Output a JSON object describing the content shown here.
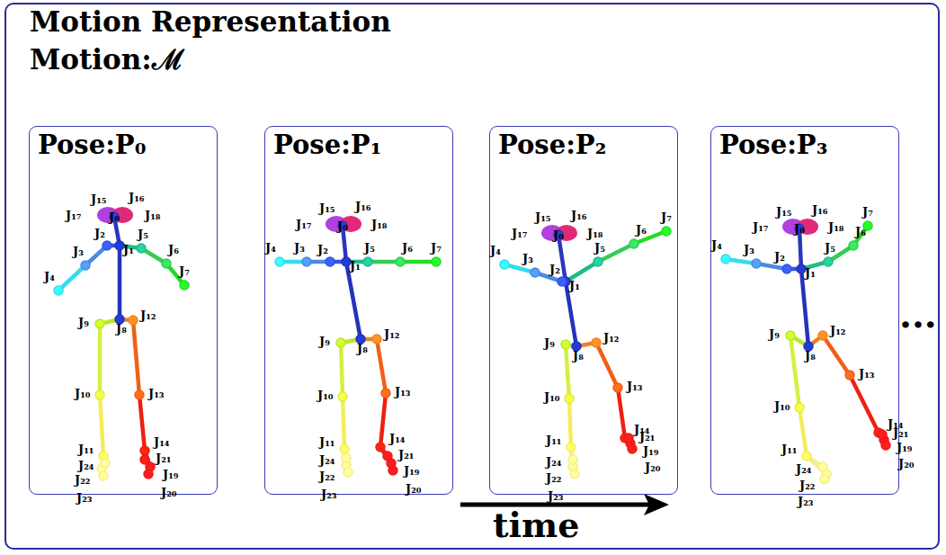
{
  "diagram": {
    "nodes": [
      {
        "text": [
          "Motion Representation",
          "Motion:ℳ"
        ]
      },
      {
        "text": [
          "Pose:P₀"
        ],
        "in": 0
      },
      {
        "text": [
          "Pose:P₁"
        ],
        "in": 0
      },
      {
        "text": [
          "Pose:P₂"
        ],
        "in": 0
      },
      {
        "text": [
          "Pose:P₃"
        ],
        "in": 0
      }
    ],
    "labels": [
      "J₀",
      "J₁",
      "J₂",
      "J₃",
      "J₄",
      "J₅",
      "J₆",
      "J₇",
      "J₈",
      "J₉",
      "J₁₀",
      "J₁₁",
      "J₁₂",
      "J₁₃",
      "J₁₄",
      "J₁₅",
      "J₁₆",
      "J₁₇",
      "J₁₈",
      "J₁₉",
      "J₂₀",
      "J₂₁",
      "J₂₂",
      "J₂₃",
      "J₂₄",
      "J₀",
      "J₁",
      "J₂",
      "J₃",
      "J₄",
      "J₅",
      "J₆",
      "J₇",
      "J₈",
      "J₉",
      "J₁₀",
      "J₁₁",
      "J₁₂",
      "J₁₃",
      "J₁₄",
      "J₁₅",
      "J₁₆",
      "J₁₇",
      "J₁₈",
      "J₁₉",
      "J₂₀",
      "J₂₁",
      "J₂₂",
      "J₂₃",
      "J₂₄",
      "J₀",
      "J₁",
      "J₂",
      "J₃",
      "J₄",
      "J₅",
      "J₆",
      "J₇",
      "J₈",
      "J₉",
      "J₁₀",
      "J₁₁",
      "J₁₂",
      "J₁₃",
      "J₁₄",
      "J₁₅",
      "J₁₆",
      "J₁₇",
      "J₁₈",
      "J₁₉",
      "J₂₀",
      "J₂₁",
      "J₂₂",
      "J₂₃",
      "J₂₄",
      "J₀",
      "J₁",
      "J₂",
      "J₃",
      "J₄",
      "J₅",
      "J₆",
      "J₇",
      "J₈",
      "J₉",
      "J₁₀",
      "J₁₁",
      "J₁₂",
      "J₁₃",
      "J₁₄",
      "J₁₅",
      "J₁₆",
      "J₁₇",
      "J₁₈",
      "J₁₉",
      "J₂₀",
      "J₂₁",
      "J₂₂",
      "J₂₃",
      "J₂₄",
      "time",
      "..."
    ]
  }
}
